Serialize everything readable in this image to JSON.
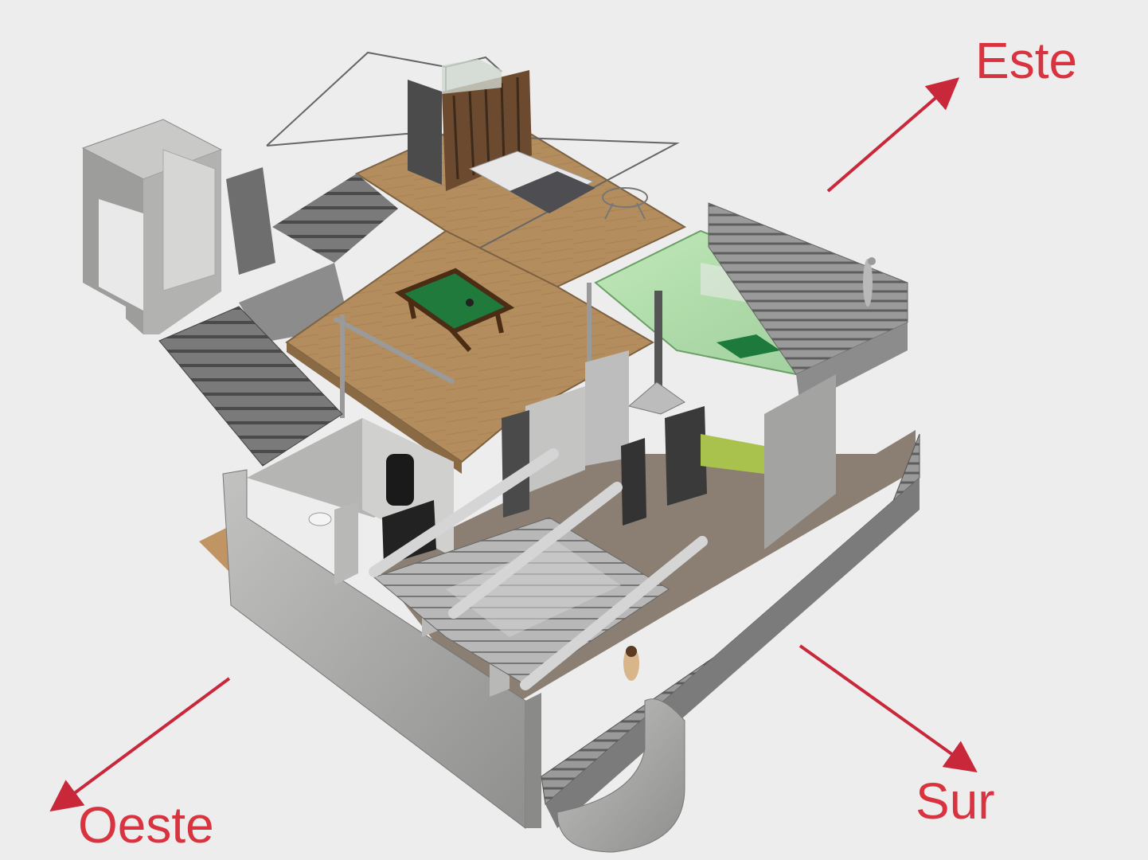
{
  "directions": {
    "este": "Este",
    "sur": "Sur",
    "oeste": "Oeste"
  },
  "colors": {
    "background": "#ededed",
    "arrow": "#c8283a",
    "label": "#d8333f",
    "wood": "#b08a5c",
    "concrete": "#a9a9a7",
    "glass": "#a6dca0",
    "pool_table": "#1f7a3c"
  }
}
